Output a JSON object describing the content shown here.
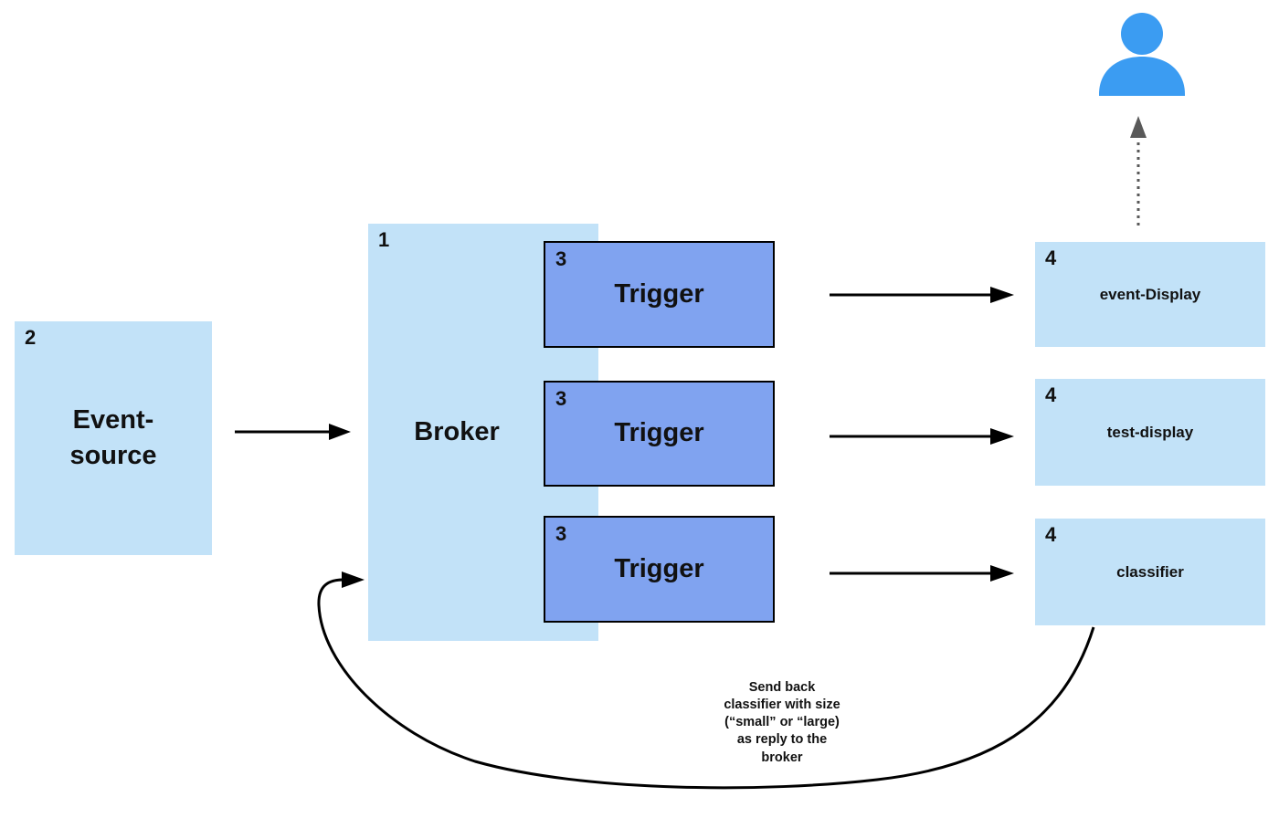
{
  "diagram": {
    "colors": {
      "light_box_fill": "#c2e2f8",
      "trigger_box_fill": "#80a3f0",
      "trigger_box_border": "#000000",
      "person_icon": "#3b9cf2",
      "arrow": "#000000",
      "dotted_arrow": "#595959",
      "text": "#111111"
    },
    "nodes": {
      "event_source": {
        "number": "2",
        "label": "Event-source"
      },
      "broker": {
        "number": "1",
        "label": "Broker"
      },
      "triggers": [
        {
          "number": "3",
          "label": "Trigger"
        },
        {
          "number": "3",
          "label": "Trigger"
        },
        {
          "number": "3",
          "label": "Trigger"
        }
      ],
      "sinks": [
        {
          "number": "4",
          "label": "event-Display"
        },
        {
          "number": "4",
          "label": "test-display"
        },
        {
          "number": "4",
          "label": "classifier"
        }
      ]
    },
    "annotation": {
      "text": "Send back\nclassifier with size\n(“small” or “large)\nas reply to the\nbroker"
    },
    "icons": {
      "person_icon": "person-silhouette"
    }
  }
}
